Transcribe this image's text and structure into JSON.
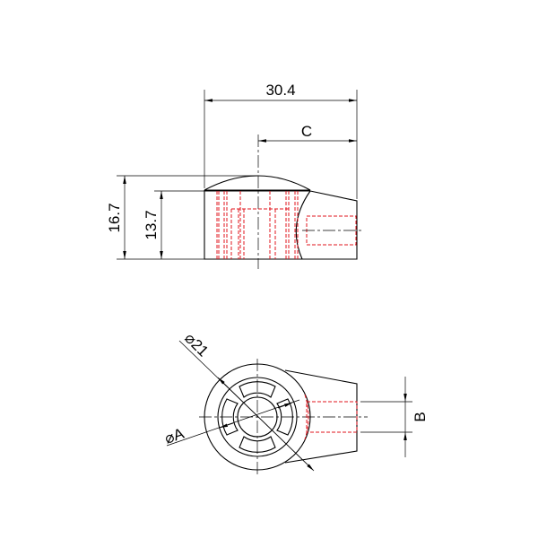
{
  "drawing": {
    "top_view": {
      "overall_length": "30.4",
      "offset_dim": "C",
      "overall_height": "16.7",
      "body_height": "13.7"
    },
    "bottom_view": {
      "outer_diameter": "⌀21",
      "inner_diameter": "⌀A",
      "bore_dim": "B"
    }
  },
  "colors": {
    "lines": "#000000",
    "hidden": "#e0141e"
  }
}
